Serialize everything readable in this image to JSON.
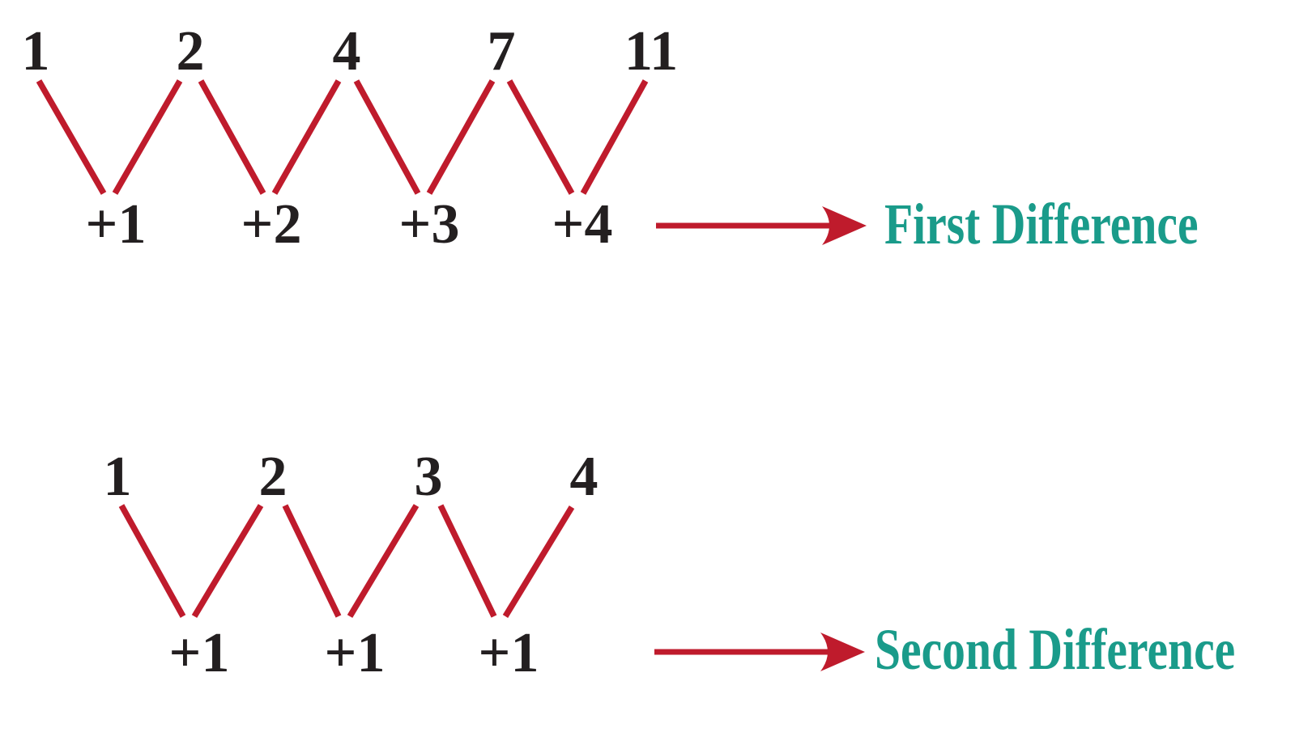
{
  "colors": {
    "line_red": "#BF1B2C",
    "label_teal": "#1A9B8A",
    "number_black": "#231F20",
    "background": "#FFFFFF"
  },
  "first_difference": {
    "sequence": [
      "1",
      "2",
      "4",
      "7",
      "11"
    ],
    "differences": [
      "+1",
      "+2",
      "+3",
      "+4"
    ],
    "label": "First Difference"
  },
  "second_difference": {
    "sequence": [
      "1",
      "2",
      "3",
      "4"
    ],
    "differences": [
      "+1",
      "+1",
      "+1"
    ],
    "label": "Second Difference"
  }
}
